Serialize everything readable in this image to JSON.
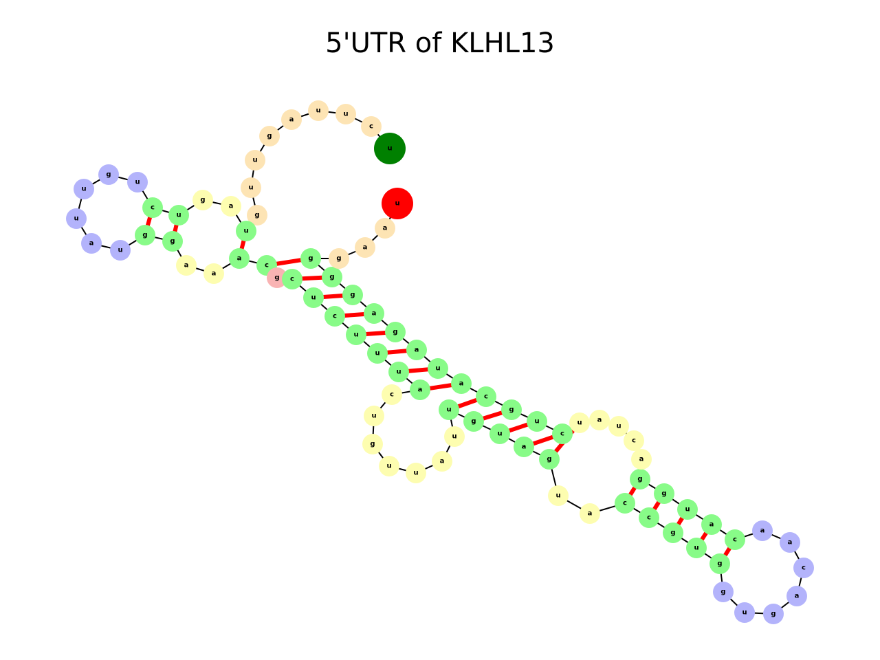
{
  "title": "5'UTR of KLHL13",
  "colors": {
    "stem": "#88fb88",
    "hairpin_loop": "#b3b3fb",
    "interior_loop": "#fdfdb0",
    "dangling_end": "#fde4b4",
    "junction": "#f9b3b3",
    "five_prime": "#008000",
    "three_prime": "#ff0000",
    "pair_bond": "#ff0000",
    "backbone": "#000000"
  },
  "nucleotides": [
    {
      "base": "u",
      "type": "five_prime"
    },
    {
      "base": "c",
      "type": "dangling_end"
    },
    {
      "base": "u",
      "type": "dangling_end"
    },
    {
      "base": "u",
      "type": "dangling_end"
    },
    {
      "base": "a",
      "type": "dangling_end"
    },
    {
      "base": "g",
      "type": "dangling_end"
    },
    {
      "base": "u",
      "type": "dangling_end"
    },
    {
      "base": "u",
      "type": "dangling_end"
    },
    {
      "base": "g",
      "type": "dangling_end"
    },
    {
      "base": "u",
      "type": "stem"
    },
    {
      "base": "a",
      "type": "interior_loop"
    },
    {
      "base": "g",
      "type": "interior_loop"
    },
    {
      "base": "u",
      "type": "stem"
    },
    {
      "base": "c",
      "type": "stem"
    },
    {
      "base": "u",
      "type": "hairpin_loop"
    },
    {
      "base": "g",
      "type": "hairpin_loop"
    },
    {
      "base": "u",
      "type": "hairpin_loop"
    },
    {
      "base": "u",
      "type": "hairpin_loop"
    },
    {
      "base": "a",
      "type": "hairpin_loop"
    },
    {
      "base": "u",
      "type": "hairpin_loop"
    },
    {
      "base": "g",
      "type": "stem"
    },
    {
      "base": "g",
      "type": "stem"
    },
    {
      "base": "a",
      "type": "interior_loop"
    },
    {
      "base": "a",
      "type": "interior_loop"
    },
    {
      "base": "a",
      "type": "stem"
    },
    {
      "base": "c",
      "type": "stem"
    },
    {
      "base": "g",
      "type": "junction"
    },
    {
      "base": "c",
      "type": "stem"
    },
    {
      "base": "u",
      "type": "stem"
    },
    {
      "base": "c",
      "type": "stem"
    },
    {
      "base": "u",
      "type": "stem"
    },
    {
      "base": "u",
      "type": "stem"
    },
    {
      "base": "u",
      "type": "stem"
    },
    {
      "base": "a",
      "type": "stem"
    },
    {
      "base": "c",
      "type": "interior_loop"
    },
    {
      "base": "u",
      "type": "interior_loop"
    },
    {
      "base": "g",
      "type": "interior_loop"
    },
    {
      "base": "u",
      "type": "interior_loop"
    },
    {
      "base": "u",
      "type": "interior_loop"
    },
    {
      "base": "a",
      "type": "interior_loop"
    },
    {
      "base": "u",
      "type": "interior_loop"
    },
    {
      "base": "u",
      "type": "stem"
    },
    {
      "base": "g",
      "type": "stem"
    },
    {
      "base": "u",
      "type": "stem"
    },
    {
      "base": "a",
      "type": "stem"
    },
    {
      "base": "g",
      "type": "stem"
    },
    {
      "base": "u",
      "type": "interior_loop"
    },
    {
      "base": "a",
      "type": "interior_loop"
    },
    {
      "base": "c",
      "type": "stem"
    },
    {
      "base": "c",
      "type": "stem"
    },
    {
      "base": "g",
      "type": "stem"
    },
    {
      "base": "u",
      "type": "stem"
    },
    {
      "base": "g",
      "type": "stem"
    },
    {
      "base": "g",
      "type": "hairpin_loop"
    },
    {
      "base": "u",
      "type": "hairpin_loop"
    },
    {
      "base": "g",
      "type": "hairpin_loop"
    },
    {
      "base": "a",
      "type": "hairpin_loop"
    },
    {
      "base": "c",
      "type": "hairpin_loop"
    },
    {
      "base": "a",
      "type": "hairpin_loop"
    },
    {
      "base": "a",
      "type": "hairpin_loop"
    },
    {
      "base": "c",
      "type": "stem"
    },
    {
      "base": "a",
      "type": "stem"
    },
    {
      "base": "u",
      "type": "stem"
    },
    {
      "base": "g",
      "type": "stem"
    },
    {
      "base": "g",
      "type": "stem"
    },
    {
      "base": "a",
      "type": "interior_loop"
    },
    {
      "base": "c",
      "type": "interior_loop"
    },
    {
      "base": "u",
      "type": "interior_loop"
    },
    {
      "base": "a",
      "type": "interior_loop"
    },
    {
      "base": "u",
      "type": "interior_loop"
    },
    {
      "base": "c",
      "type": "stem"
    },
    {
      "base": "u",
      "type": "stem"
    },
    {
      "base": "g",
      "type": "stem"
    },
    {
      "base": "c",
      "type": "stem"
    },
    {
      "base": "a",
      "type": "stem"
    },
    {
      "base": "u",
      "type": "stem"
    },
    {
      "base": "a",
      "type": "stem"
    },
    {
      "base": "g",
      "type": "stem"
    },
    {
      "base": "a",
      "type": "stem"
    },
    {
      "base": "g",
      "type": "stem"
    },
    {
      "base": "g",
      "type": "stem"
    },
    {
      "base": "g",
      "type": "stem"
    },
    {
      "base": "g",
      "type": "dangling_end"
    },
    {
      "base": "a",
      "type": "dangling_end"
    },
    {
      "base": "a",
      "type": "dangling_end"
    },
    {
      "base": "u",
      "type": "three_prime"
    }
  ],
  "pairs": [
    [
      9,
      24
    ],
    [
      12,
      21
    ],
    [
      13,
      20
    ],
    [
      25,
      81
    ],
    [
      27,
      80
    ],
    [
      28,
      79
    ],
    [
      29,
      78
    ],
    [
      30,
      77
    ],
    [
      31,
      76
    ],
    [
      32,
      75
    ],
    [
      33,
      74
    ],
    [
      41,
      73
    ],
    [
      42,
      72
    ],
    [
      43,
      71
    ],
    [
      44,
      70
    ],
    [
      45,
      69
    ],
    [
      48,
      64
    ],
    [
      49,
      63
    ],
    [
      50,
      62
    ],
    [
      51,
      61
    ],
    [
      52,
      60
    ]
  ]
}
